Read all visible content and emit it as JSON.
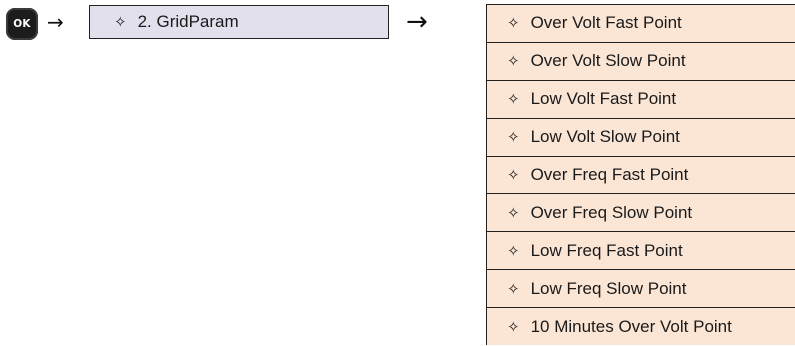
{
  "ok_key": {
    "label": "OK"
  },
  "arrows": [
    "→",
    "→"
  ],
  "menu": {
    "icon": "sparkle-outline-icon",
    "glyph": "✧",
    "label": "2. GridParam"
  },
  "submenu": {
    "icon": "sparkle-outline-icon",
    "glyph": "✧",
    "items": [
      "Over Volt Fast Point",
      "Over Volt Slow Point",
      "Low Volt Fast Point",
      "Low Volt Slow Point",
      "Over Freq Fast Point",
      "Over Freq Slow Point",
      "Low Freq Fast Point",
      "Low Freq Slow Point",
      "10 Minutes Over Volt Point"
    ]
  },
  "colors": {
    "menu_fill": "#e3e0ee",
    "item_fill": "#fbe5d5",
    "key_fill": "#1c1c1c"
  }
}
